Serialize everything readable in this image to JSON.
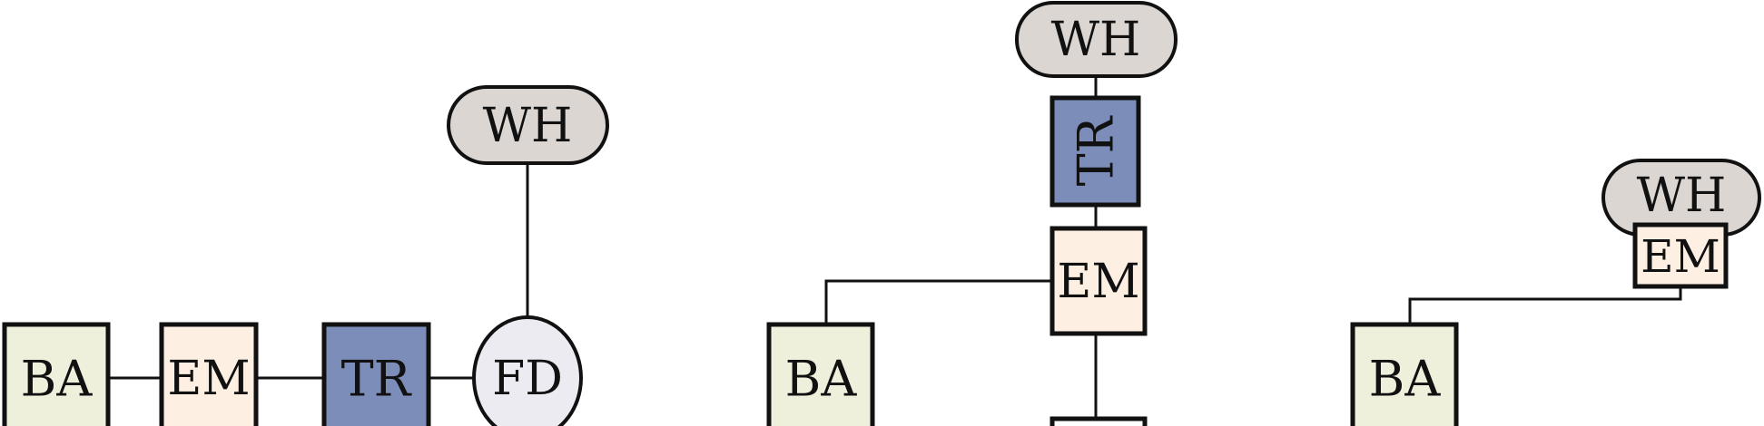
{
  "colors": {
    "BA": "#eef0dc",
    "EM": "#fdf0e3",
    "TR": "#7b8db8",
    "FD": "#ebebf1",
    "WH": "#dcd6d3",
    "stroke": "#111111"
  },
  "diagrams": [
    {
      "id": "series",
      "nodes": [
        {
          "id": "wh1",
          "label": "WH",
          "kind": "WH"
        },
        {
          "id": "ba1",
          "label": "BA",
          "kind": "BA"
        },
        {
          "id": "em1",
          "label": "EM",
          "kind": "EM"
        },
        {
          "id": "tr1",
          "label": "TR",
          "kind": "TR"
        },
        {
          "id": "fd1",
          "label": "FD",
          "kind": "FD"
        }
      ]
    },
    {
      "id": "parallel",
      "nodes": [
        {
          "id": "wh2",
          "label": "WH",
          "kind": "WH"
        },
        {
          "id": "tr2",
          "label": "TR",
          "kind": "TR"
        },
        {
          "id": "em2",
          "label": "EM",
          "kind": "EM"
        },
        {
          "id": "ba2",
          "label": "BA",
          "kind": "BA"
        }
      ]
    },
    {
      "id": "integrated",
      "nodes": [
        {
          "id": "wh3",
          "label": "WH",
          "kind": "WH"
        },
        {
          "id": "em3",
          "label": "EM",
          "kind": "EM"
        },
        {
          "id": "ba3",
          "label": "BA",
          "kind": "BA"
        }
      ]
    }
  ]
}
